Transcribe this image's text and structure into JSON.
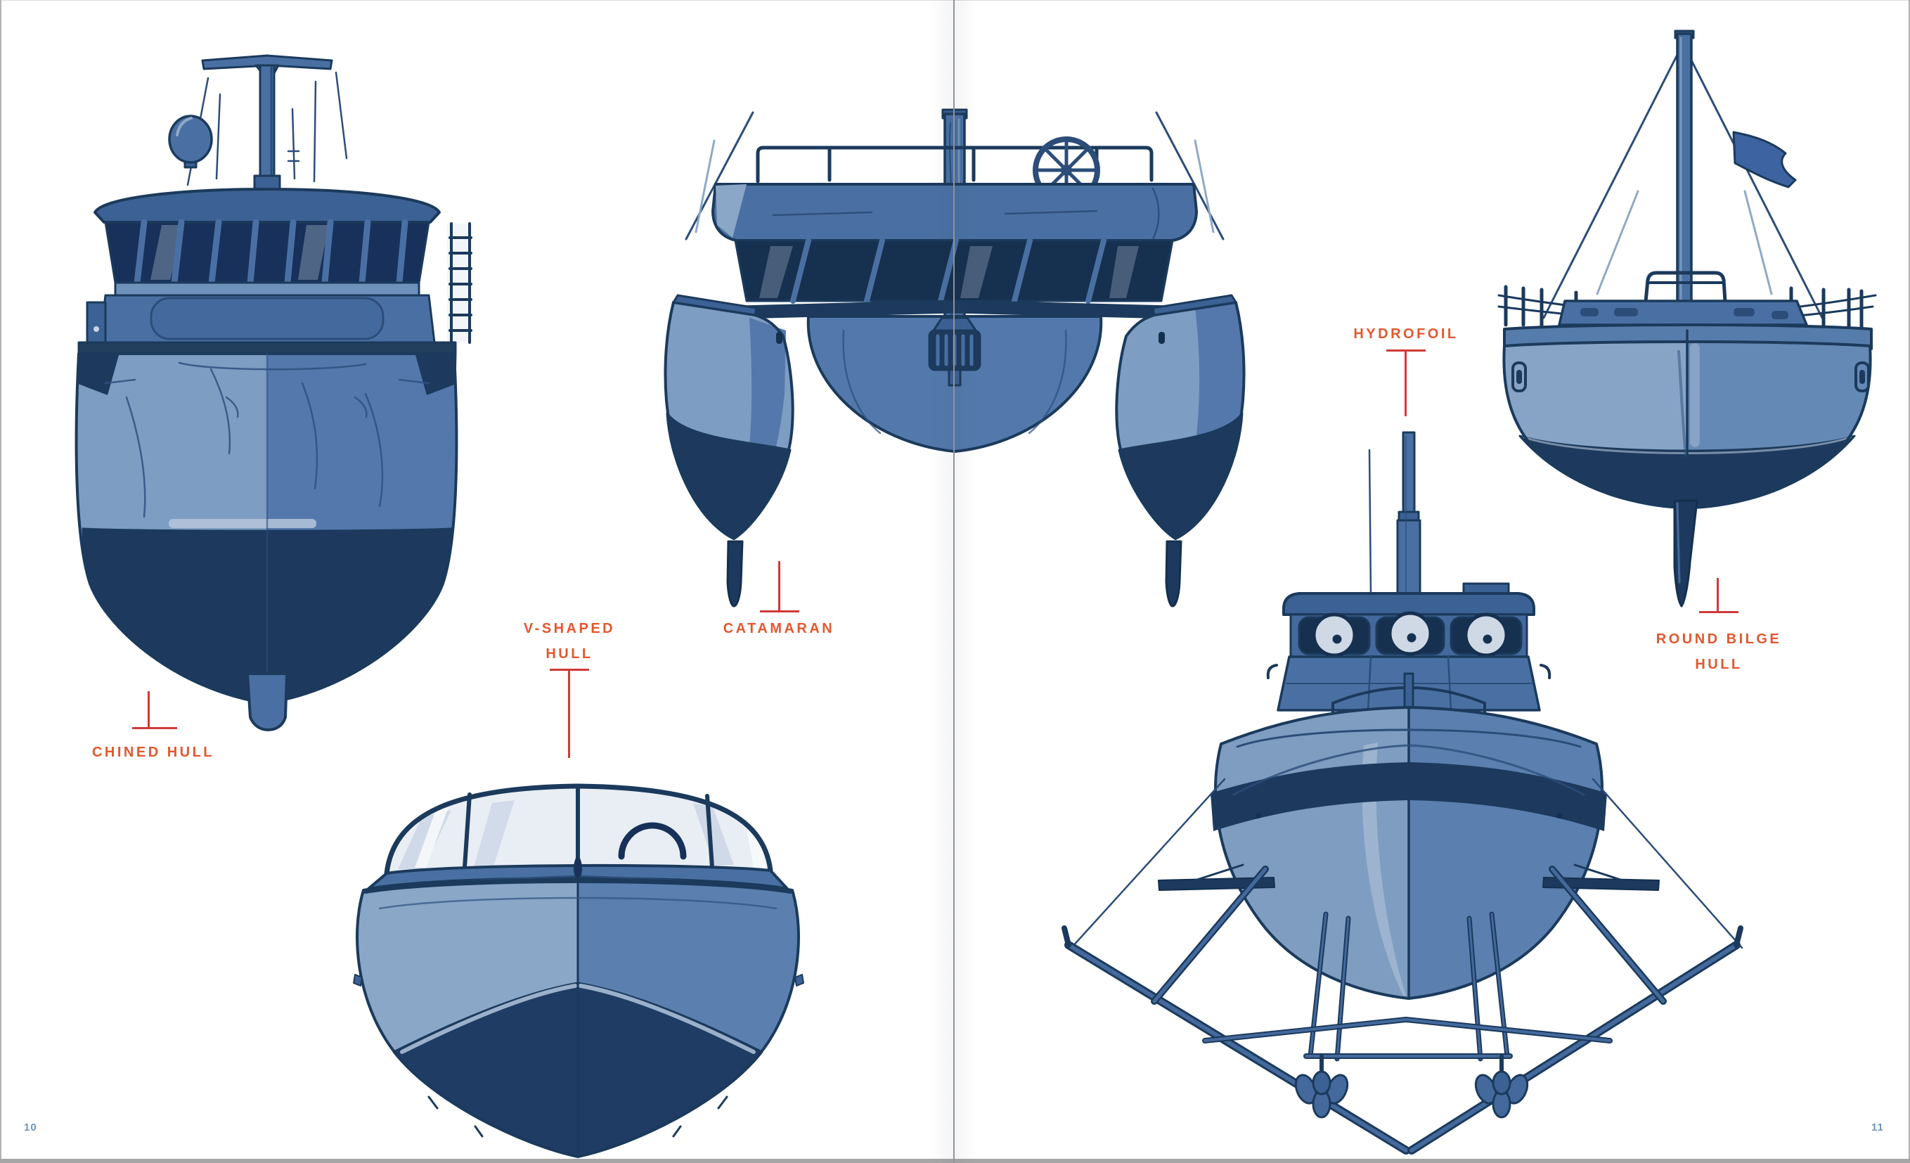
{
  "pages": {
    "left_number": "10",
    "right_number": "11"
  },
  "annotations": {
    "chined_hull": {
      "lines": [
        "CHINED HULL"
      ]
    },
    "v_shaped_hull": {
      "lines": [
        "V-SHAPED",
        "HULL"
      ]
    },
    "catamaran": {
      "lines": [
        "CATAMARAN"
      ]
    },
    "hydrofoil": {
      "lines": [
        "HYDROFOIL"
      ]
    },
    "round_bilge_hull": {
      "lines": [
        "ROUND BILGE",
        "HULL"
      ]
    }
  },
  "illustrations": {
    "chined_hull_trawler": "trawler bow view with wheelhouse, mast and radar dome",
    "catamaran_boat": "twin-hull catamaran bow view with cabin, wheel and mast",
    "round_bilge_sailboat": "sailboat bow view with mast, flag, stays and fin keel",
    "v_shaped_speedboat": "runabout speedboat bow view with curved windshield",
    "hydrofoil_boat": "hydrofoil craft bow view with foils, struts and twin propellers"
  },
  "colors": {
    "label_accent": "#e2582e",
    "leader_line": "#cf3a38",
    "page_number": "#6f95b9",
    "hull_light": "#87a4c6",
    "hull_mid": "#4a70a3",
    "hull_dark": "#1d3a5e",
    "ink_outline": "#1b3a5c",
    "paper": "#ffffff"
  }
}
